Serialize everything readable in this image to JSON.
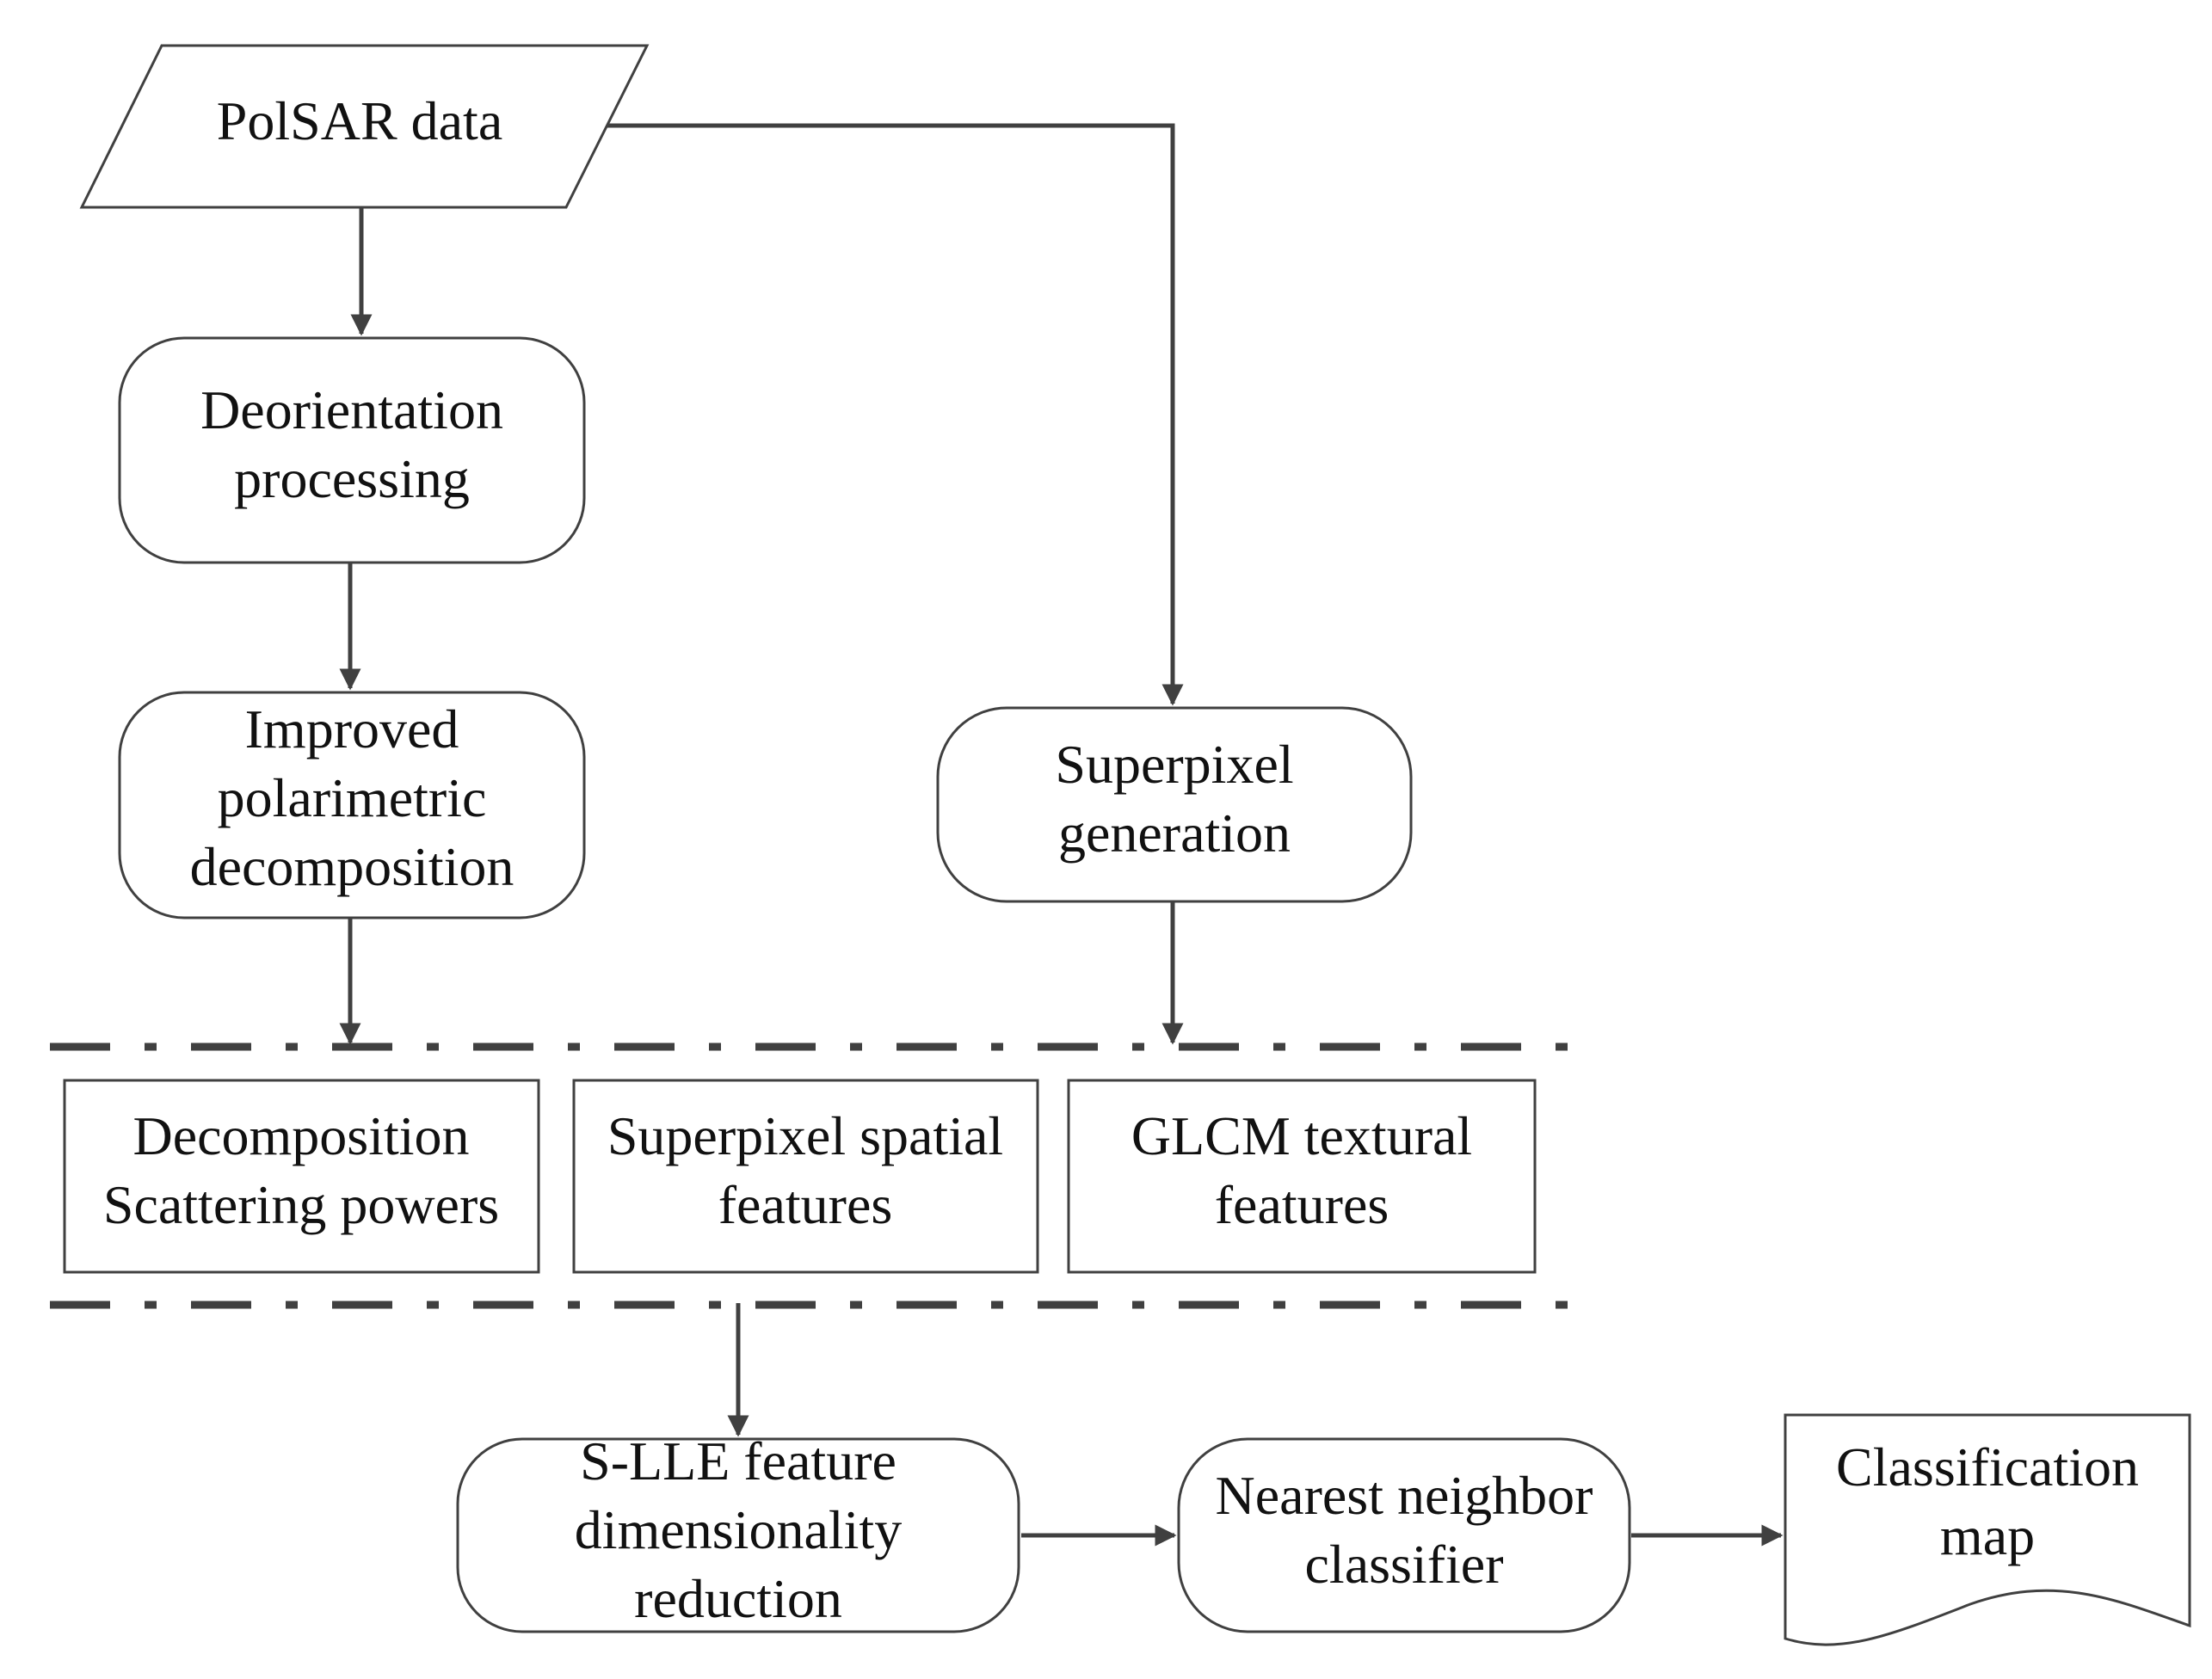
{
  "nodes": {
    "polsar_data": {
      "lines": [
        "PolSAR data"
      ]
    },
    "deorientation": {
      "lines": [
        "Deorientation",
        "processing"
      ]
    },
    "improved_decomposition": {
      "lines": [
        "Improved",
        "polarimetric",
        "decomposition"
      ]
    },
    "superpixel_generation": {
      "lines": [
        "Superpixel",
        "generation"
      ]
    },
    "decomposition_powers": {
      "lines": [
        "Decomposition",
        "Scattering powers"
      ]
    },
    "superpixel_spatial": {
      "lines": [
        "Superpixel spatial",
        "features"
      ]
    },
    "glcm_textural": {
      "lines": [
        "GLCM textural",
        "features"
      ]
    },
    "slle_reduction": {
      "lines": [
        "S-LLE feature",
        "dimensionality",
        "reduction"
      ]
    },
    "nn_classifier": {
      "lines": [
        "Nearest neighbor",
        "classifier"
      ]
    },
    "classification_map": {
      "lines": [
        "Classification",
        "map"
      ]
    }
  },
  "colors": {
    "stroke": "#404040",
    "text": "#111111",
    "background": "#ffffff"
  }
}
